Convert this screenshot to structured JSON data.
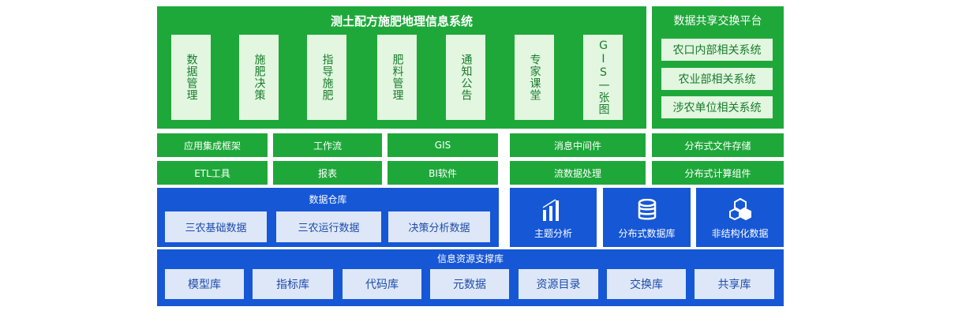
{
  "top_left": {
    "title": "测土配方施肥地理信息系统",
    "modules": [
      "数据管理",
      "施肥决策",
      "指导施肥",
      "肥料管理",
      "通知公告",
      "专家课堂",
      "GIS一张图"
    ]
  },
  "top_right": {
    "title": "数据共享交换平台",
    "items": [
      "农口内部相关系统",
      "农业部相关系统",
      "涉农单位相关系统"
    ]
  },
  "middleware": {
    "row1": [
      "应用集成框架",
      "工作流",
      "GIS",
      "消息中间件",
      "分布式文件存储"
    ],
    "row2": [
      "ETL工具",
      "报表",
      "BI软件",
      "流数据处理",
      "分布式计算组件"
    ]
  },
  "warehouse": {
    "title": "数据仓库",
    "items": [
      "三农基础数据",
      "三农运行数据",
      "决策分析数据"
    ]
  },
  "analytics": [
    {
      "label": "主题分析",
      "icon": "bar-chart-icon"
    },
    {
      "label": "分布式数据库",
      "icon": "database-icon"
    },
    {
      "label": "非结构化数据",
      "icon": "cubes-icon"
    }
  ],
  "resource": {
    "title": "信息资源支撑库",
    "items": [
      "模型库",
      "指标库",
      "代码库",
      "元数据",
      "资源目录",
      "交换库",
      "共享库"
    ]
  },
  "colors": {
    "green": "#1fa83a",
    "green_card": "#e2f6e0",
    "blue": "#1657d6",
    "blue_card": "#dde7f8"
  }
}
